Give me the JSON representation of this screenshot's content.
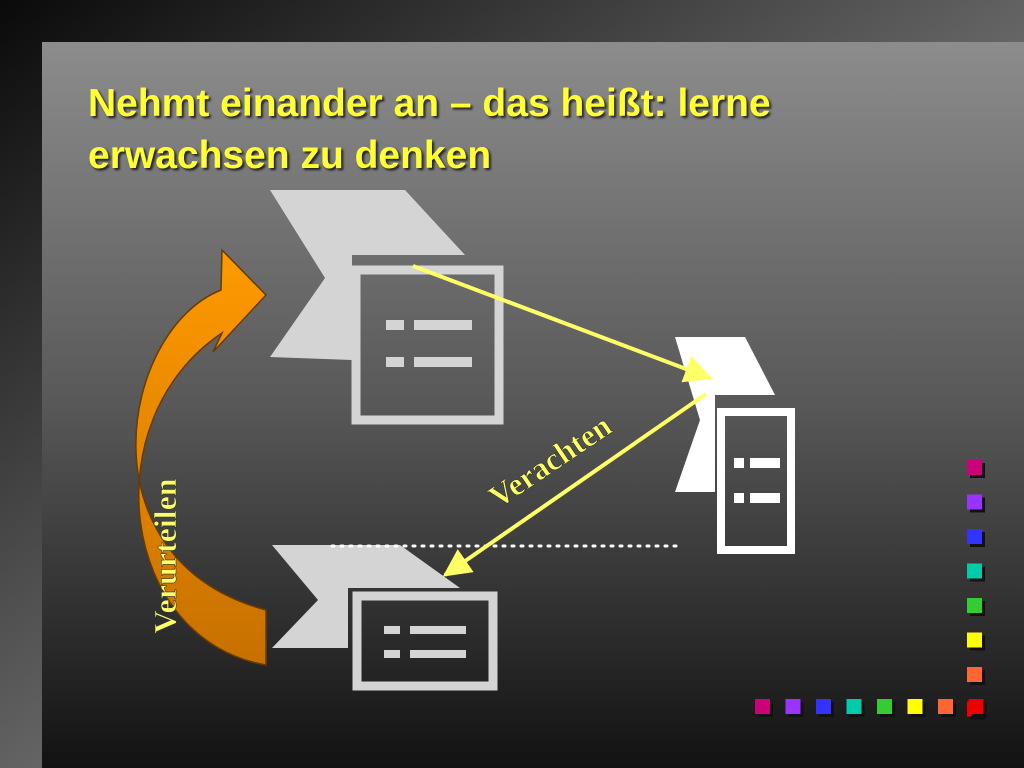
{
  "slide": {
    "title_line1": "Nehmt einander an – das heißt: lerne",
    "title_line2": "erwachsen zu denken"
  },
  "diagram": {
    "label_left": "Verurteilen",
    "label_middle": "Verachten",
    "figure_icon": "document-list-icon",
    "arrow_color": "#ffff66",
    "curved_arrow_color": "#ff8c00"
  },
  "decoration": {
    "square_colors": [
      "#cc0077",
      "#9933ff",
      "#3333ff",
      "#00ccaa",
      "#33cc33",
      "#ffff00",
      "#ff6633",
      "#ee0000"
    ]
  },
  "colors": {
    "title": "#ffff33",
    "label": "#ffff66",
    "figure": "#d9d9d9"
  }
}
